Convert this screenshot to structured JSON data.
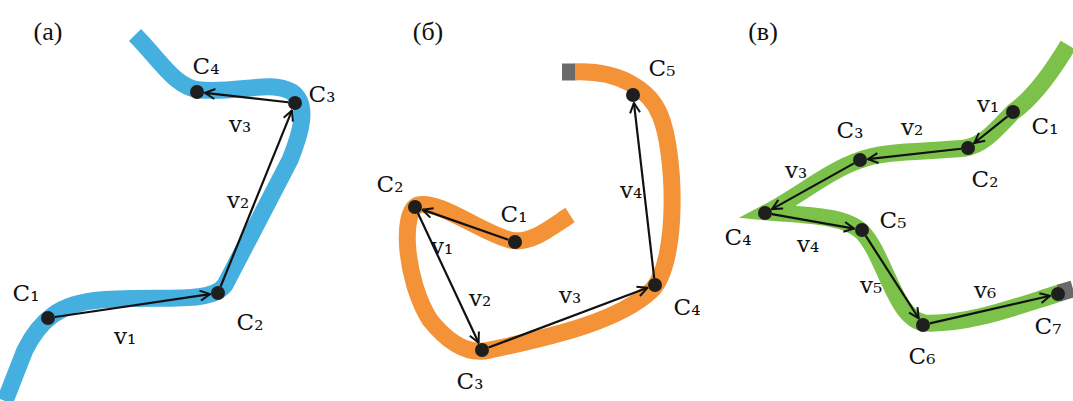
{
  "diagram": {
    "nodes": [
      {
        "text": [
          "C₁"
        ]
      },
      {
        "text": [
          "C₂"
        ]
      },
      {
        "text": [
          "C₃"
        ]
      },
      {
        "text": [
          "C₄"
        ]
      },
      {
        "text": [
          "C₁"
        ]
      },
      {
        "text": [
          "C₂"
        ]
      },
      {
        "text": [
          "C₃"
        ]
      },
      {
        "text": [
          "C₄"
        ]
      },
      {
        "text": [
          "C₅"
        ]
      },
      {
        "text": [
          "C₁"
        ]
      },
      {
        "text": [
          "C₂"
        ]
      },
      {
        "text": [
          "C₃"
        ]
      },
      {
        "text": [
          "C₄"
        ]
      },
      {
        "text": [
          "C₅"
        ]
      },
      {
        "text": [
          "C₆"
        ]
      },
      {
        "text": [
          "C₇"
        ]
      }
    ],
    "edges": [
      {
        "from": 0,
        "to": 1,
        "arrow": "to",
        "label": "v₁"
      },
      {
        "from": 1,
        "to": 2,
        "arrow": "to",
        "label": "v₂"
      },
      {
        "from": 2,
        "to": 3,
        "arrow": "to",
        "label": "v₃"
      },
      {
        "from": 4,
        "to": 5,
        "arrow": "to",
        "label": "v₁"
      },
      {
        "from": 5,
        "to": 6,
        "arrow": "to",
        "label": "v₂"
      },
      {
        "from": 6,
        "to": 7,
        "arrow": "to",
        "label": "v₃"
      },
      {
        "from": 7,
        "to": 8,
        "arrow": "to",
        "label": "v₄"
      },
      {
        "from": 9,
        "to": 10,
        "arrow": "to",
        "label": "v₁"
      },
      {
        "from": 10,
        "to": 11,
        "arrow": "to",
        "label": "v₂"
      },
      {
        "from": 11,
        "to": 12,
        "arrow": "to",
        "label": "v₃"
      },
      {
        "from": 12,
        "to": 13,
        "arrow": "to",
        "label": "v₄"
      },
      {
        "from": 13,
        "to": 14,
        "arrow": "to",
        "label": "v₅"
      },
      {
        "from": 14,
        "to": 15,
        "arrow": "to",
        "label": "v₆"
      }
    ],
    "labels": [
      "(а)",
      "(б)",
      "(в)"
    ]
  }
}
